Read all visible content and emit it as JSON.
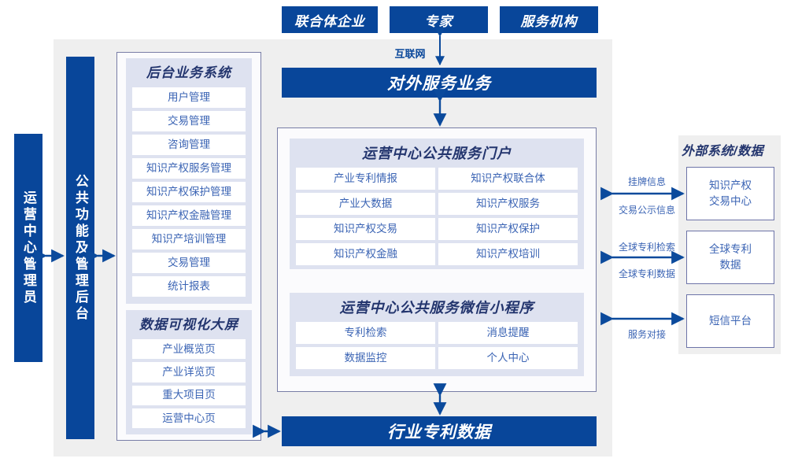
{
  "top_actors": [
    {
      "label": "联合体企业"
    },
    {
      "label": "专家"
    },
    {
      "label": "服务机构"
    }
  ],
  "connectors": {
    "internet": "互联网",
    "external": [
      {
        "above": "挂牌信息",
        "below": "交易公示信息"
      },
      {
        "above": "全球专利检索",
        "below": "全球专利数据"
      },
      {
        "above": "",
        "below": "服务对接"
      }
    ]
  },
  "left_bars": [
    {
      "label": "运营中心管理员"
    },
    {
      "label": "公共功能及管理后台"
    }
  ],
  "external_service_bar": {
    "label": "对外服务业务"
  },
  "bottom_bar": {
    "label": "行业专利数据"
  },
  "backoffice": {
    "title": "后台业务系统",
    "items": [
      {
        "label": "用户管理"
      },
      {
        "label": "交易管理"
      },
      {
        "label": "咨询管理"
      },
      {
        "label": "知识产权服务管理"
      },
      {
        "label": "知识产权保护管理"
      },
      {
        "label": "知识产权金融管理"
      },
      {
        "label": "知识产培训管理"
      },
      {
        "label": "交易管理"
      },
      {
        "label": "统计报表"
      }
    ]
  },
  "visualization": {
    "title": "数据可视化大屏",
    "items": [
      {
        "label": "产业概览页"
      },
      {
        "label": "产业详览页"
      },
      {
        "label": "重大项目页"
      },
      {
        "label": "运营中心页"
      }
    ]
  },
  "portal": {
    "title": "运营中心公共服务门户",
    "items": [
      {
        "label": "产业专利情报"
      },
      {
        "label": "知识产权联合体"
      },
      {
        "label": "产业大数据"
      },
      {
        "label": "知识产权服务"
      },
      {
        "label": "知识产权交易"
      },
      {
        "label": "知识产权保护"
      },
      {
        "label": "知识产权金融"
      },
      {
        "label": "知识产权培训"
      }
    ]
  },
  "miniprogram": {
    "title": "运营中心公共服务微信小程序",
    "items": [
      {
        "label": "专利检索"
      },
      {
        "label": "消息提醒"
      },
      {
        "label": "数据监控"
      },
      {
        "label": "个人中心"
      }
    ]
  },
  "external_systems": {
    "title": "外部系统/数据",
    "items": [
      {
        "label": "知识产权\n交易中心"
      },
      {
        "label": "全球专利\n数据"
      },
      {
        "label": "短信平台"
      }
    ]
  },
  "colors": {
    "brand_blue": "#08469a",
    "panel_bg": "#efefef",
    "group_bg": "#dee2f0",
    "cell_text": "#3b64b4",
    "title_text": "#23356e",
    "panel_border": "#787da6"
  }
}
